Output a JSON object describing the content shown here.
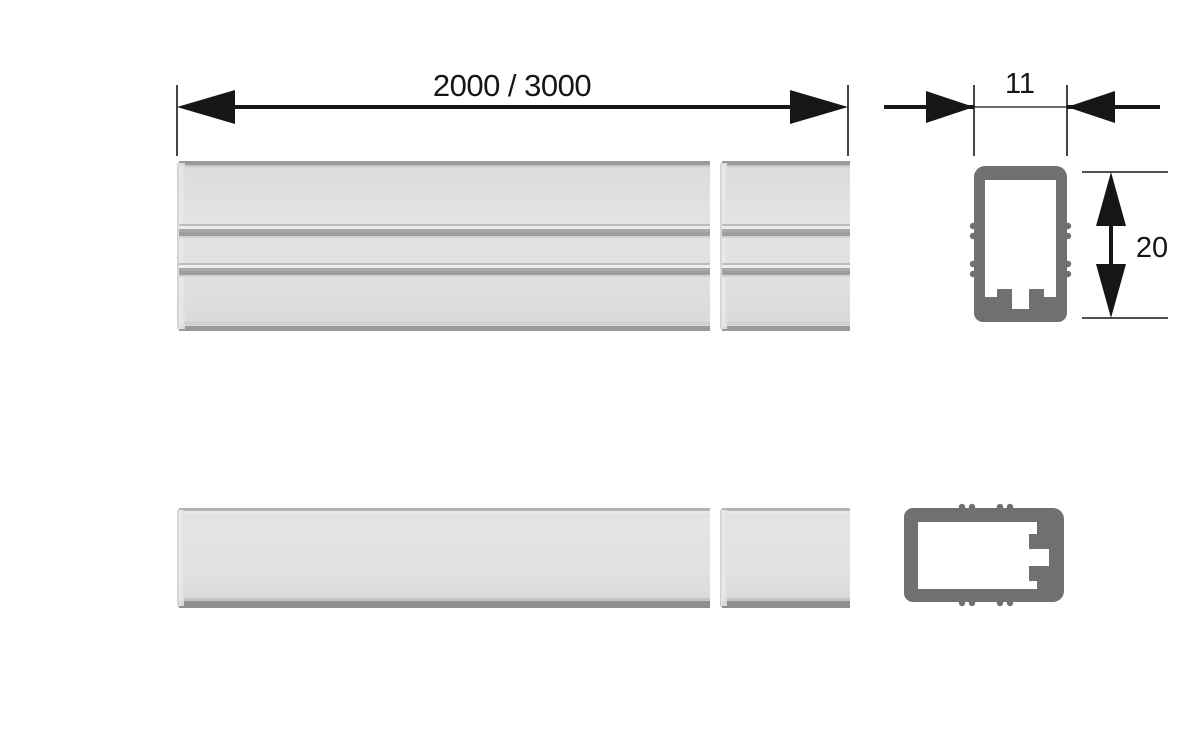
{
  "drawing": {
    "title": "Aluminium profile technical drawing",
    "background_color": "#ffffff",
    "line_color": "#161616",
    "profile_wall_color": "#707070",
    "body_fill_color": "#e0e0e0",
    "body_edge_color": "#9a9a9a",
    "groove_color": "#a8a8a8"
  },
  "dimensions": {
    "length": {
      "label": "2000 / 3000",
      "unit": "mm",
      "orientation": "horizontal",
      "arrow_style": "inside",
      "name": "length-dimension"
    },
    "width": {
      "label": "11",
      "unit": "mm",
      "orientation": "horizontal",
      "arrow_style": "outside",
      "name": "width-dimension"
    },
    "height": {
      "label": "20",
      "unit": "mm",
      "orientation": "vertical",
      "arrow_style": "outside",
      "name": "height-dimension"
    }
  },
  "views": {
    "top_view": {
      "name": "top-view-front-elevation",
      "segment_main": "long segment",
      "segment_short": "short segment",
      "break_gap": true,
      "groove_count": 2
    },
    "bottom_view": {
      "name": "bottom-view-plan",
      "segment_main": "long segment",
      "segment_short": "short segment",
      "break_gap": true,
      "groove_count": 0
    },
    "section_vertical": {
      "name": "cross-section-vertical",
      "shape": "hollow rounded rectangle",
      "tab_count": 2,
      "bump_count": 4
    },
    "section_horizontal": {
      "name": "cross-section-horizontal",
      "shape": "hollow rounded rectangle",
      "tab_count": 2,
      "bump_count": 8
    }
  }
}
